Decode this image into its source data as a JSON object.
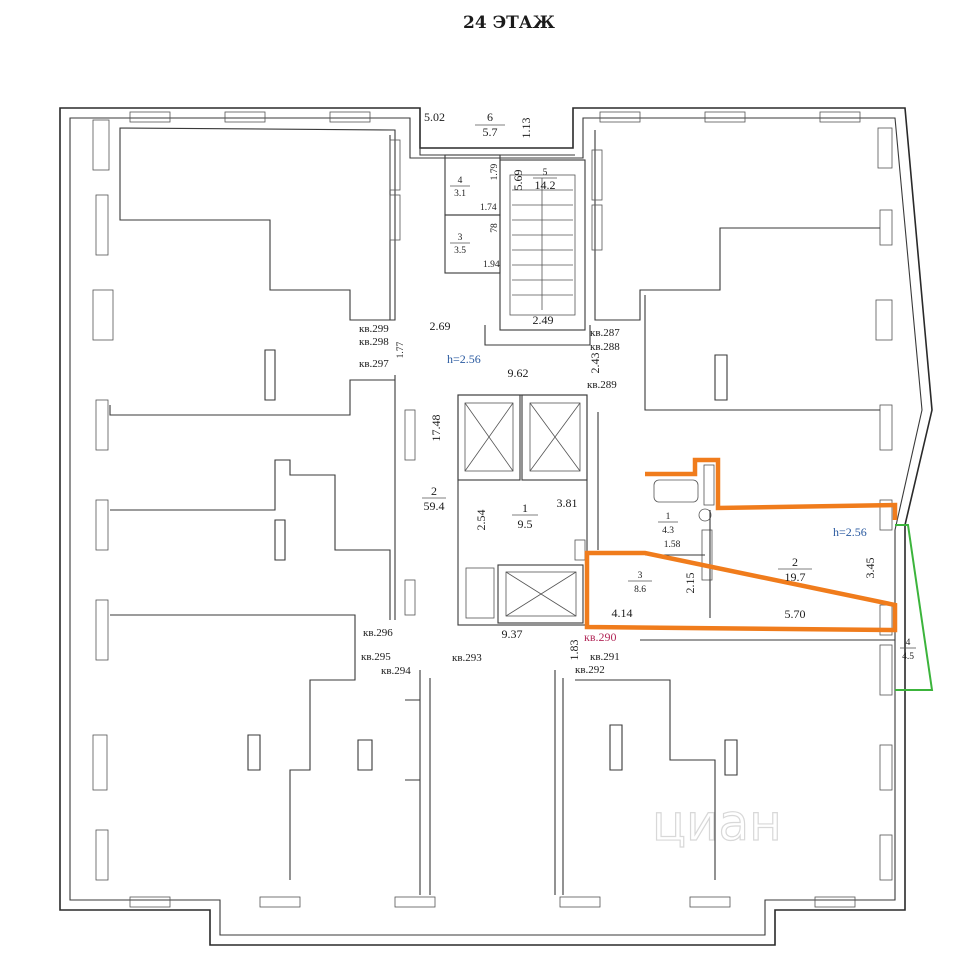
{
  "title": "24 ЭТАЖ",
  "height_mark_common": "h=2.56",
  "height_mark_apartment": "h=2.56",
  "watermark": "циан",
  "common_areas": [
    {
      "id": "5.02",
      "label": "5.02"
    },
    {
      "id": "6",
      "number": "6",
      "area": "5.7",
      "dim": "1.13"
    },
    {
      "id": "4",
      "number": "4",
      "area": "3.1",
      "dim_a": "1.79",
      "dim_b": "1.74"
    },
    {
      "id": "3",
      "number": "3",
      "area": "3.5",
      "dim_a": "78",
      "dim_b": "1.94"
    },
    {
      "id": "5",
      "number": "5",
      "area": "14.2",
      "dim": "5.69"
    },
    {
      "id": "2",
      "number": "2",
      "area": "59.4",
      "dim": "17.48"
    }
  ],
  "corridor_dims": {
    "d_2_69": "2.69",
    "d_2_49": "2.49",
    "d_9_62": "9.62",
    "d_2_43": "2.43",
    "d_9_37": "9.37",
    "d_1_83": "1.83",
    "d_1_77": "1.77"
  },
  "elevator_hall": {
    "number": "1",
    "area": "9.5",
    "dim_a": "2.54",
    "dim_b": "3.81"
  },
  "apartments": {
    "kv287": "кв.287",
    "kv288": "кв.288",
    "kv289": "кв.289",
    "kv290": "кв.290",
    "kv291": "кв.291",
    "kv292": "кв.292",
    "kv293": "кв.293",
    "kv294": "кв.294",
    "kv295": "кв.295",
    "kv296": "кв.296",
    "kv297": "кв.297",
    "kv298": "кв.298",
    "kv299": "кв.299"
  },
  "apartment_290_rooms": [
    {
      "number": "1",
      "area": "4.3",
      "dim": "1.58"
    },
    {
      "number": "2",
      "area": "19.7",
      "dim_a": "3.45",
      "dim_b": "5.70"
    },
    {
      "number": "3",
      "area": "8.6",
      "dim_a": "2.15",
      "dim_b": "4.14"
    },
    {
      "number": "4",
      "area": "4.5"
    }
  ],
  "colors": {
    "highlight": "#f07c1c",
    "balcony": "#3cb43c",
    "height_mark": "#2a5aa0",
    "apartment_label": "#b32a5a"
  }
}
